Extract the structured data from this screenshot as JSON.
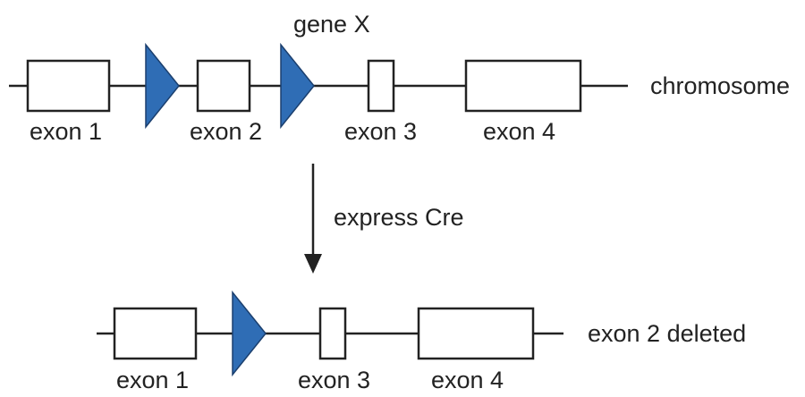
{
  "top": {
    "gene_label": "gene X",
    "track_label": "chromosome",
    "exon_labels": [
      "exon 1",
      "exon 2",
      "exon 3",
      "exon 4"
    ]
  },
  "arrow": {
    "label": "express Cre"
  },
  "bottom": {
    "track_label": "exon 2 deleted",
    "exon_labels": [
      "exon 1",
      "exon 3",
      "exon 4"
    ]
  },
  "colors": {
    "loxp_fill": "#2f6db5",
    "line": "#222222"
  }
}
